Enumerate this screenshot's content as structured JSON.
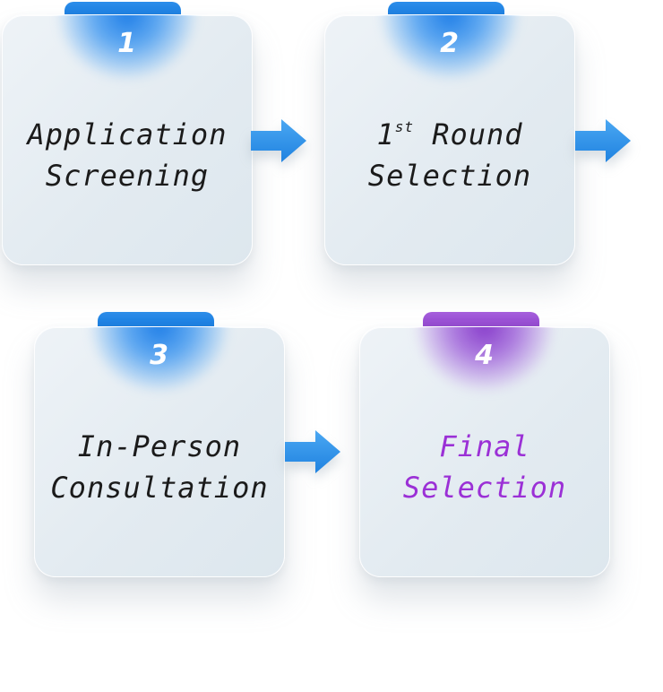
{
  "steps": [
    {
      "number": "1",
      "line1": "Application",
      "line2": "Screening",
      "accent": "#1a7de0"
    },
    {
      "number": "2",
      "line1_main": "1",
      "line1_sup": "st",
      "line1_rest": " Round",
      "line2": "Selection",
      "accent": "#1a7de0"
    },
    {
      "number": "3",
      "line1": "In-Person",
      "line2": "Consultation",
      "accent": "#1a7de0"
    },
    {
      "number": "4",
      "line1": "Final",
      "line2": "Selection",
      "accent": "#9448cf"
    }
  ],
  "arrow_color": "#2c8fe6",
  "final_text_color": "#9b30d6",
  "icons": [
    "right-arrow-icon"
  ]
}
